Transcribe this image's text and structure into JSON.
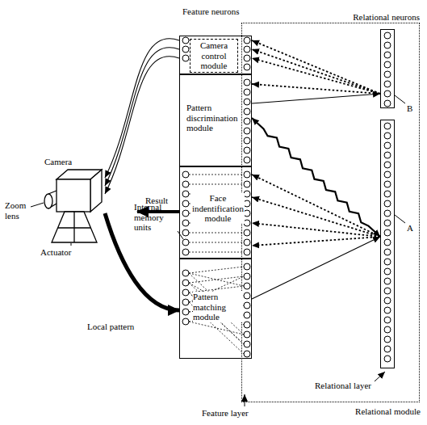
{
  "diagram": {
    "nodes": [
      {
        "text": [
          "Relational module"
        ]
      },
      {
        "text": [
          "Camera control module"
        ]
      },
      {
        "text": [
          "Pattern discrimination module"
        ]
      },
      {
        "text": [
          "Face indentification module"
        ]
      },
      {
        "text": [
          "Pattern matching module"
        ]
      },
      {
        "text": [
          "Relational neurons"
        ],
        "in": 0
      },
      {
        "text": [
          "Relational layer"
        ],
        "in": 0
      },
      {
        "text": [
          "Camera"
        ]
      }
    ],
    "edges": [
      {
        "from": 1,
        "to": 7,
        "arrow": "to"
      },
      {
        "from": 7,
        "to": 4,
        "arrow": "to"
      },
      {
        "from": 5,
        "to": 1,
        "arrow": "to"
      },
      {
        "from": 2,
        "to": 5,
        "arrow": "both"
      },
      {
        "from": 2,
        "to": 6,
        "arrow": "both"
      },
      {
        "from": 6,
        "to": 3,
        "arrow": "to"
      },
      {
        "from": 4,
        "to": 6,
        "arrow": "to"
      }
    ],
    "labels": [
      "Feature neurons",
      "B",
      "A",
      "Result",
      "Internal memory units",
      "Zoom lens",
      "Actuator",
      "Local pattern",
      "Feature layer"
    ]
  }
}
